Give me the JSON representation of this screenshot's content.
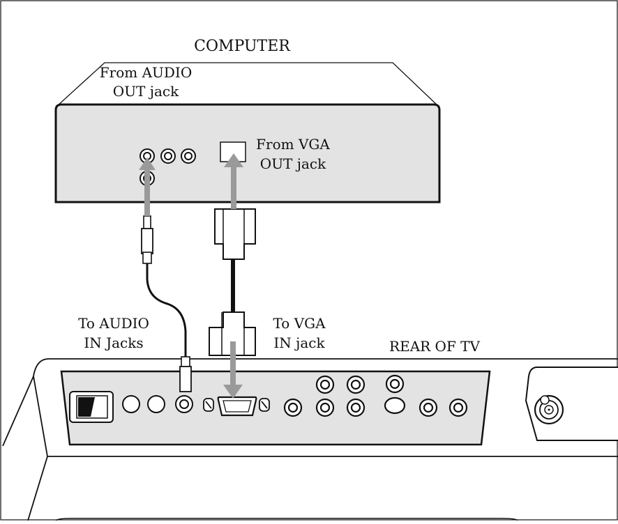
{
  "labels": {
    "computer": "COMPUTER",
    "from_audio_line1": "From AUDIO",
    "from_audio_line2": "OUT jack",
    "from_vga_line1": "From VGA",
    "from_vga_line2": "OUT jack",
    "to_audio_line1": "To AUDIO",
    "to_audio_line2": "IN Jacks",
    "to_vga_line1": "To VGA",
    "to_vga_line2": "IN jack",
    "rear_of_tv": "REAR OF TV"
  },
  "colors": {
    "panel_fill": "#e3e3e3",
    "arrow": "#9a9a9a",
    "stroke": "#111111"
  }
}
